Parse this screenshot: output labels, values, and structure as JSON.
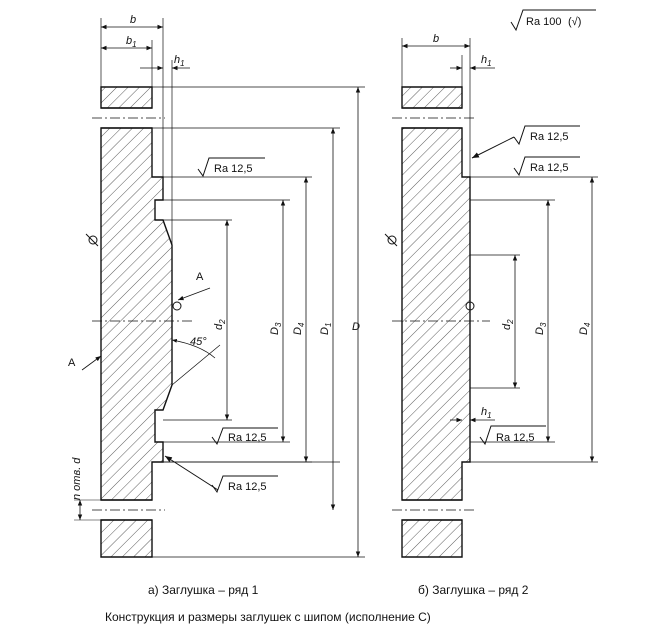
{
  "roughness_general": {
    "ra": "Ra 100",
    "mark": "(√)"
  },
  "view_a": {
    "caption": "а) Заглушка – ряд 1",
    "dims": {
      "b": "b",
      "b1": "b",
      "b1_sub": "1",
      "h1": "h",
      "h1_sub": "1",
      "d2": "d",
      "d2_sub": "2",
      "D3": "D",
      "D3_sub": "3",
      "D4": "D",
      "D4_sub": "4",
      "D1": "D",
      "D1_sub": "1",
      "D": "D",
      "holes": "n отв. d",
      "angle": "45°",
      "section": "A"
    },
    "roughness": [
      "Ra 12,5",
      "Ra 12,5",
      "Ra 12,5"
    ]
  },
  "view_b": {
    "caption": "б) Заглушка – ряд 2",
    "dims": {
      "b": "b",
      "h1": "h",
      "h1_sub": "1",
      "h1_low": "h",
      "h1_low_sub": "1",
      "d2": "d",
      "d2_sub": "2",
      "D3": "D",
      "D3_sub": "3",
      "D4": "D",
      "D4_sub": "4"
    },
    "roughness": [
      "Ra 12,5",
      "Ra 12,5",
      "Ra 12,5"
    ]
  },
  "figure_caption": "Конструкция и размеры заглушек с шипом (исполнение С)"
}
